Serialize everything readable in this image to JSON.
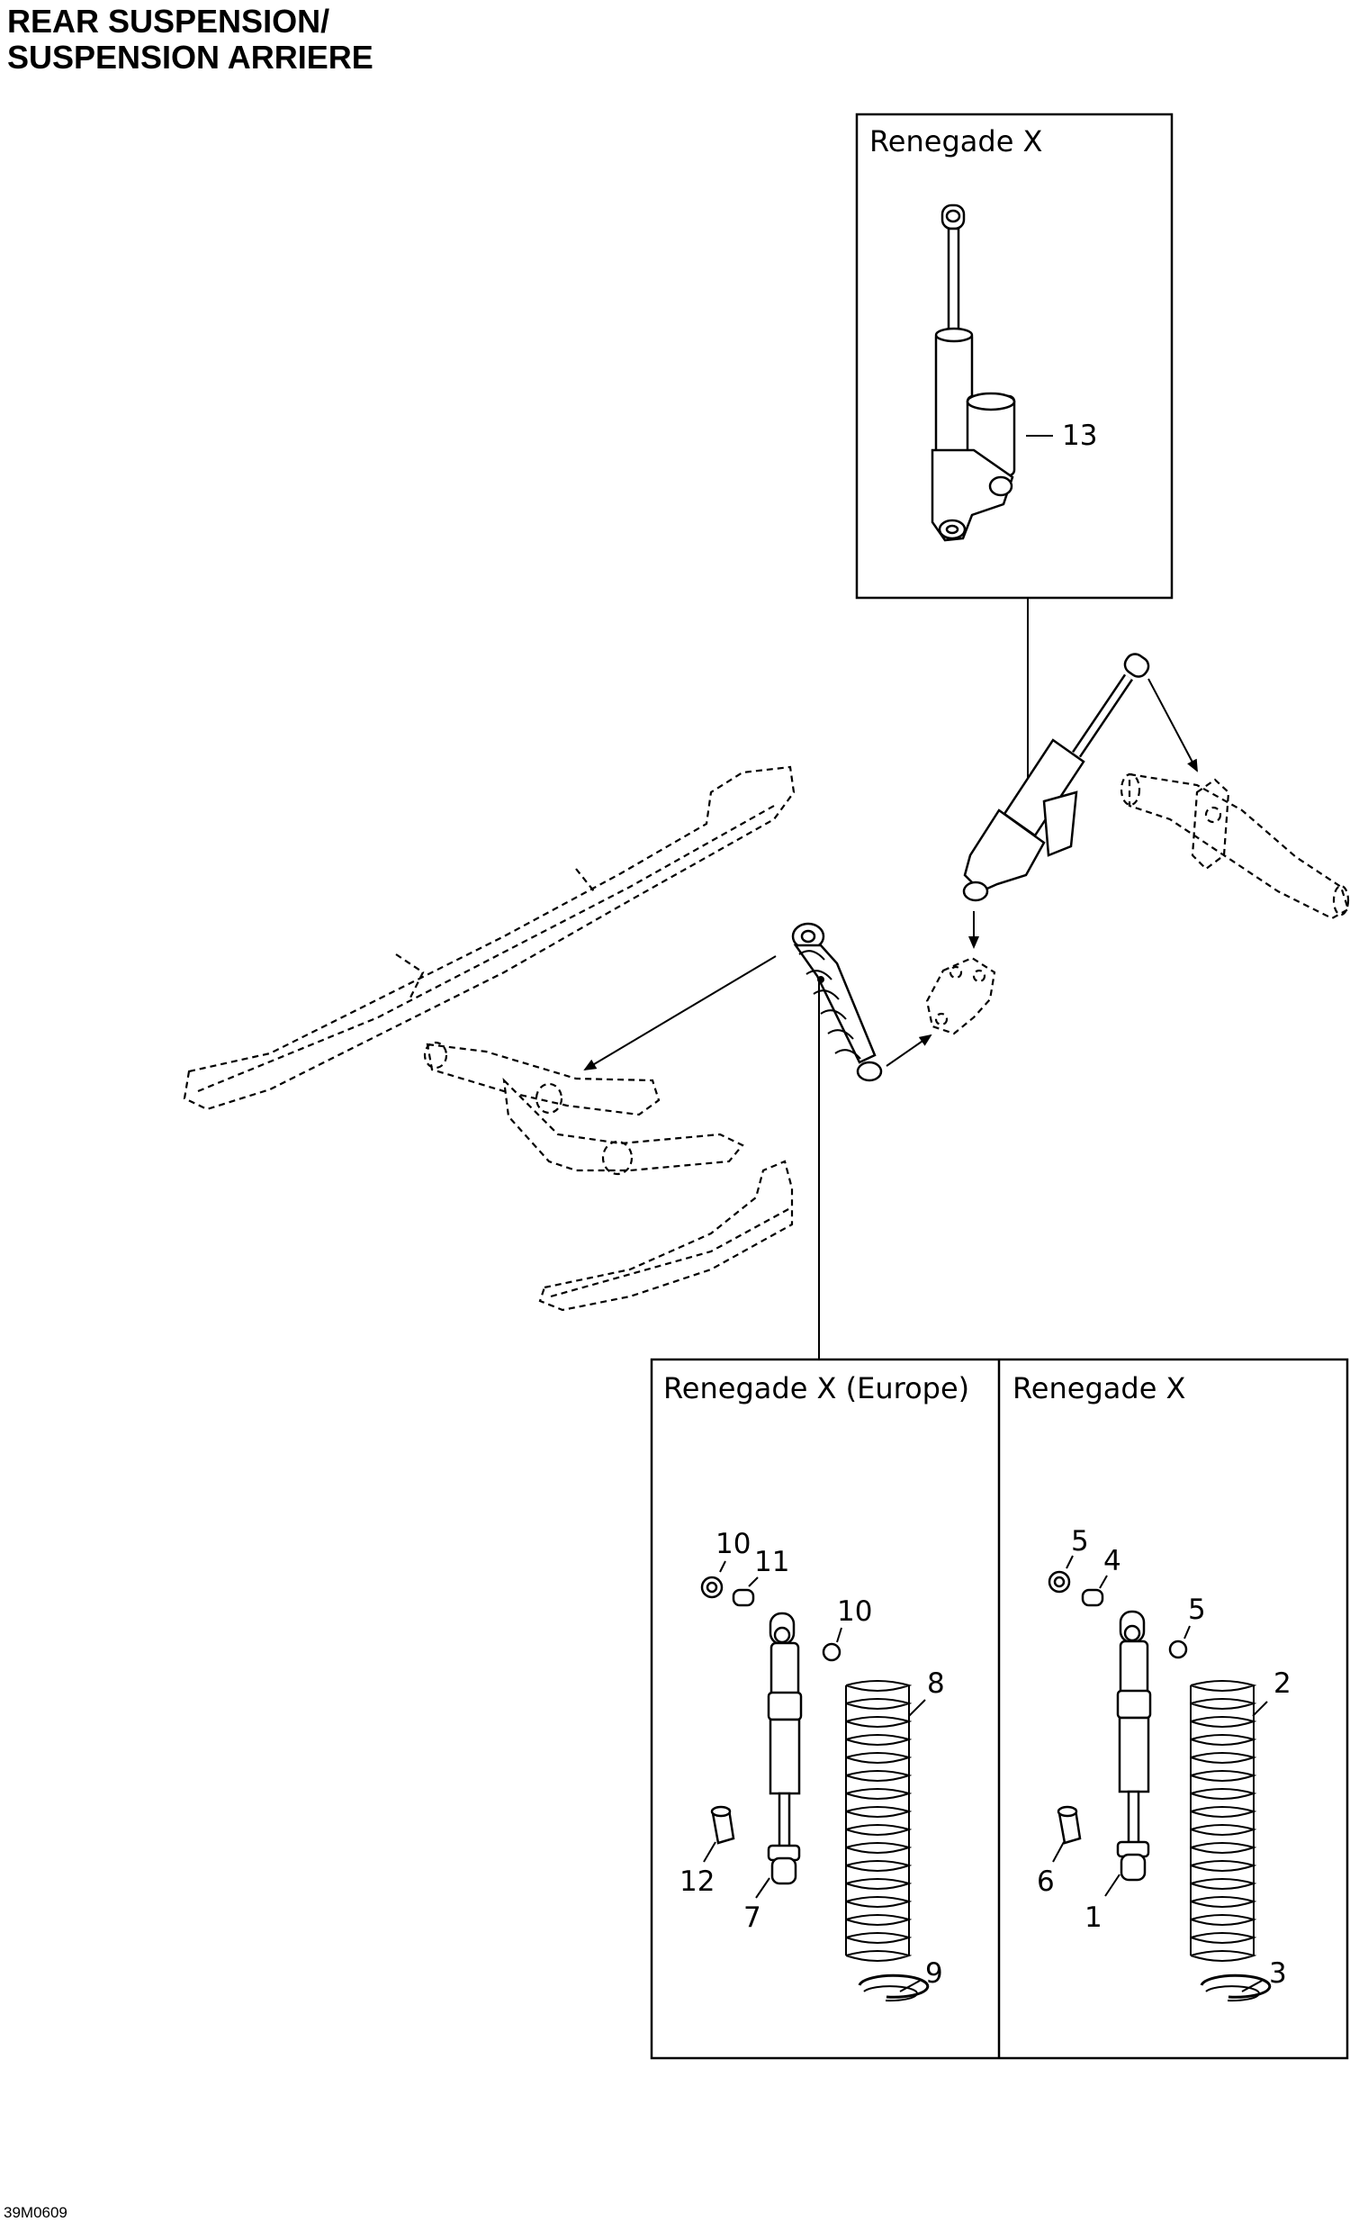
{
  "header": {
    "title_line1": "REAR SUSPENSION/",
    "title_line2": "SUSPENSION ARRIERE"
  },
  "footer": {
    "figure_code": "39M0609"
  },
  "boxes": {
    "top": {
      "label": "Renegade X"
    },
    "bottom_left": {
      "label": "Renegade X (Europe)"
    },
    "bottom_right": {
      "label": "Renegade X"
    }
  },
  "callouts": {
    "c13": "13",
    "c10a": "10",
    "c11": "11",
    "c10b": "10",
    "c8": "8",
    "c12": "12",
    "c7": "7",
    "c9": "9",
    "c5a": "5",
    "c4": "4",
    "c5b": "5",
    "c2": "2",
    "c6": "6",
    "c1": "1",
    "c3": "3"
  }
}
